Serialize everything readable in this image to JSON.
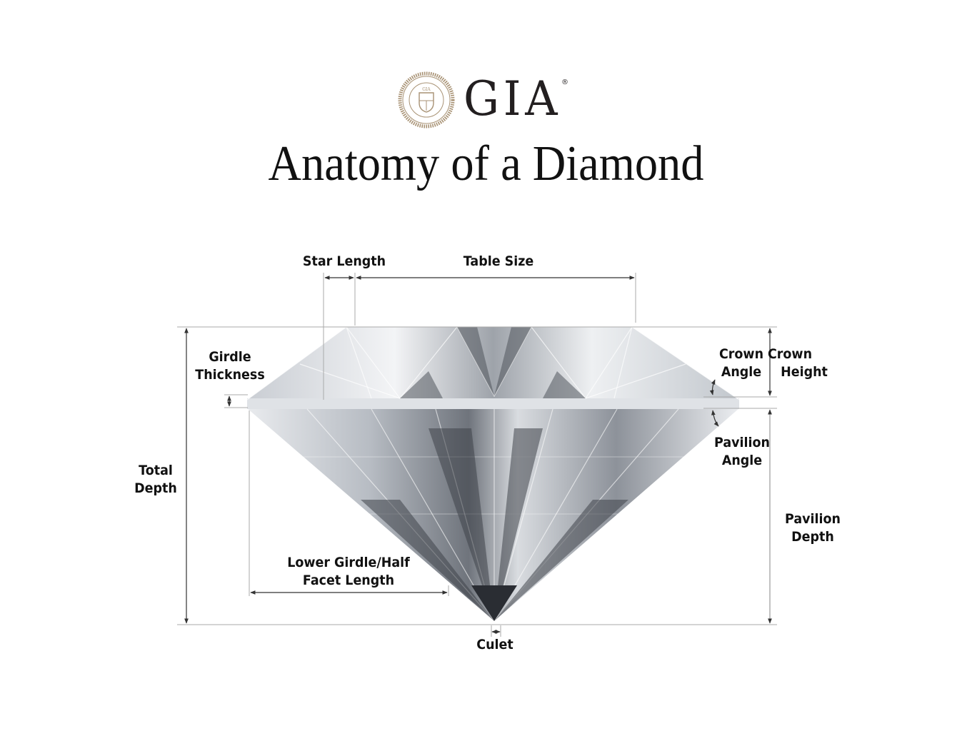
{
  "logo": {
    "brand": "GIA",
    "registered_mark": "®",
    "seal_text": "GIA"
  },
  "title": "Anatomy of a Diamond",
  "labels": {
    "star_length": "Star Length",
    "table_size": "Table Size",
    "girdle_thickness": [
      "Girdle",
      "Thickness"
    ],
    "crown_angle": [
      "Crown",
      "Angle"
    ],
    "crown_height": [
      "Crown",
      "Height"
    ],
    "pavilion_angle": [
      "Pavilion",
      "Angle"
    ],
    "total_depth": [
      "Total",
      "Depth"
    ],
    "pavilion_depth": [
      "Pavilion",
      "Depth"
    ],
    "lower_girdle": [
      "Lower Girdle/Half",
      "Facet Length"
    ],
    "culet": "Culet"
  },
  "colors": {
    "text": "#111111",
    "line": "#aaaaaa",
    "arrow": "#333333",
    "seal_gold": "#a89274"
  }
}
